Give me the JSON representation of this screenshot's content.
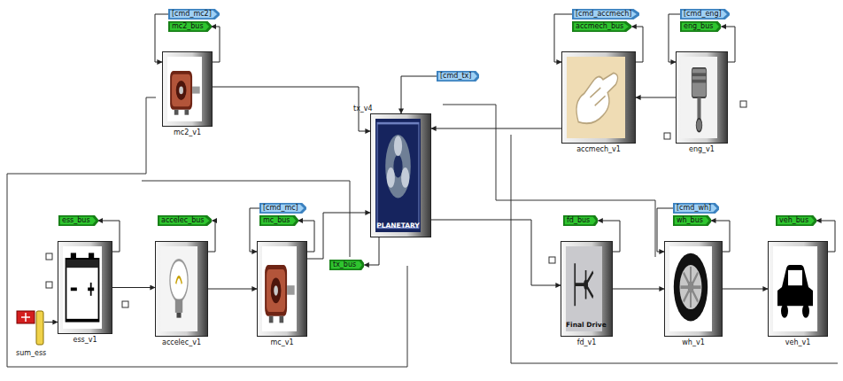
{
  "diagram": {
    "nodes": [
      {
        "text": [
          "[cmd_mc2]"
        ]
      },
      {
        "text": [
          "mc2_bus"
        ]
      },
      {
        "text": [
          "mc2_v1"
        ]
      },
      {
        "text": [
          "[cmd_accmech]"
        ]
      },
      {
        "text": [
          "accmech_bus"
        ]
      },
      {
        "text": [
          "accmech_v1"
        ]
      },
      {
        "text": [
          "[cmd_eng]"
        ]
      },
      {
        "text": [
          "eng_bus"
        ]
      },
      {
        "text": [
          "eng_v1"
        ]
      },
      {
        "text": [
          "[cmd_tx]"
        ]
      },
      {
        "text": [
          "PLANETARY",
          "tx_v4"
        ]
      },
      {
        "text": [
          "ess_bus"
        ]
      },
      {
        "text": [
          "accelec_bus"
        ]
      },
      {
        "text": [
          "[cmd_mc]"
        ]
      },
      {
        "text": [
          "mc_bus"
        ]
      },
      {
        "text": [
          "tx_bus"
        ]
      },
      {
        "text": [
          "fd_bus"
        ]
      },
      {
        "text": [
          "[cmd_wh]"
        ]
      },
      {
        "text": [
          "wh_bus"
        ]
      },
      {
        "text": [
          "veh_bus"
        ]
      },
      {
        "text": [
          "ess_v1"
        ]
      },
      {
        "text": [
          "accelec_v1"
        ]
      },
      {
        "text": [
          "mc_v1"
        ]
      },
      {
        "text": [
          "Final Drive",
          "fd_v1"
        ]
      },
      {
        "text": [
          "wh_v1"
        ]
      },
      {
        "text": [
          "veh_v1"
        ]
      },
      {
        "text": [
          "sum_ess"
        ]
      }
    ],
    "edges": [
      {
        "from": 0,
        "to": 2,
        "arrow": "to"
      },
      {
        "from": 2,
        "to": 1,
        "arrow": "to"
      },
      {
        "from": 3,
        "to": 5,
        "arrow": "to"
      },
      {
        "from": 5,
        "to": 4,
        "arrow": "to"
      },
      {
        "from": 6,
        "to": 8,
        "arrow": "to"
      },
      {
        "from": 8,
        "to": 7,
        "arrow": "to"
      },
      {
        "from": 9,
        "to": 10,
        "arrow": "to"
      },
      {
        "from": 10,
        "to": 15,
        "arrow": "to"
      },
      {
        "from": 13,
        "to": 22,
        "arrow": "to"
      },
      {
        "from": 22,
        "to": 14,
        "arrow": "to"
      },
      {
        "from": 17,
        "to": 24,
        "arrow": "to"
      },
      {
        "from": 24,
        "to": 18,
        "arrow": "to"
      },
      {
        "from": 20,
        "to": 11,
        "arrow": "to"
      },
      {
        "from": 21,
        "to": 12,
        "arrow": "to"
      },
      {
        "from": 23,
        "to": 16,
        "arrow": "to"
      },
      {
        "from": 25,
        "to": 19,
        "arrow": "to"
      },
      {
        "from": 20,
        "to": 21,
        "arrow": "to"
      },
      {
        "from": 21,
        "to": 22,
        "arrow": "to"
      },
      {
        "from": 22,
        "to": 10,
        "arrow": "to"
      },
      {
        "from": 2,
        "to": 10,
        "arrow": "to"
      },
      {
        "from": 5,
        "to": 10,
        "arrow": "to"
      },
      {
        "from": 8,
        "to": 5,
        "arrow": "to"
      },
      {
        "from": 10,
        "to": 23,
        "arrow": "to"
      },
      {
        "from": 23,
        "to": 24,
        "arrow": "to"
      },
      {
        "from": 24,
        "to": 25,
        "arrow": "to"
      },
      {
        "from": 26,
        "to": 20,
        "arrow": "to"
      }
    ]
  }
}
